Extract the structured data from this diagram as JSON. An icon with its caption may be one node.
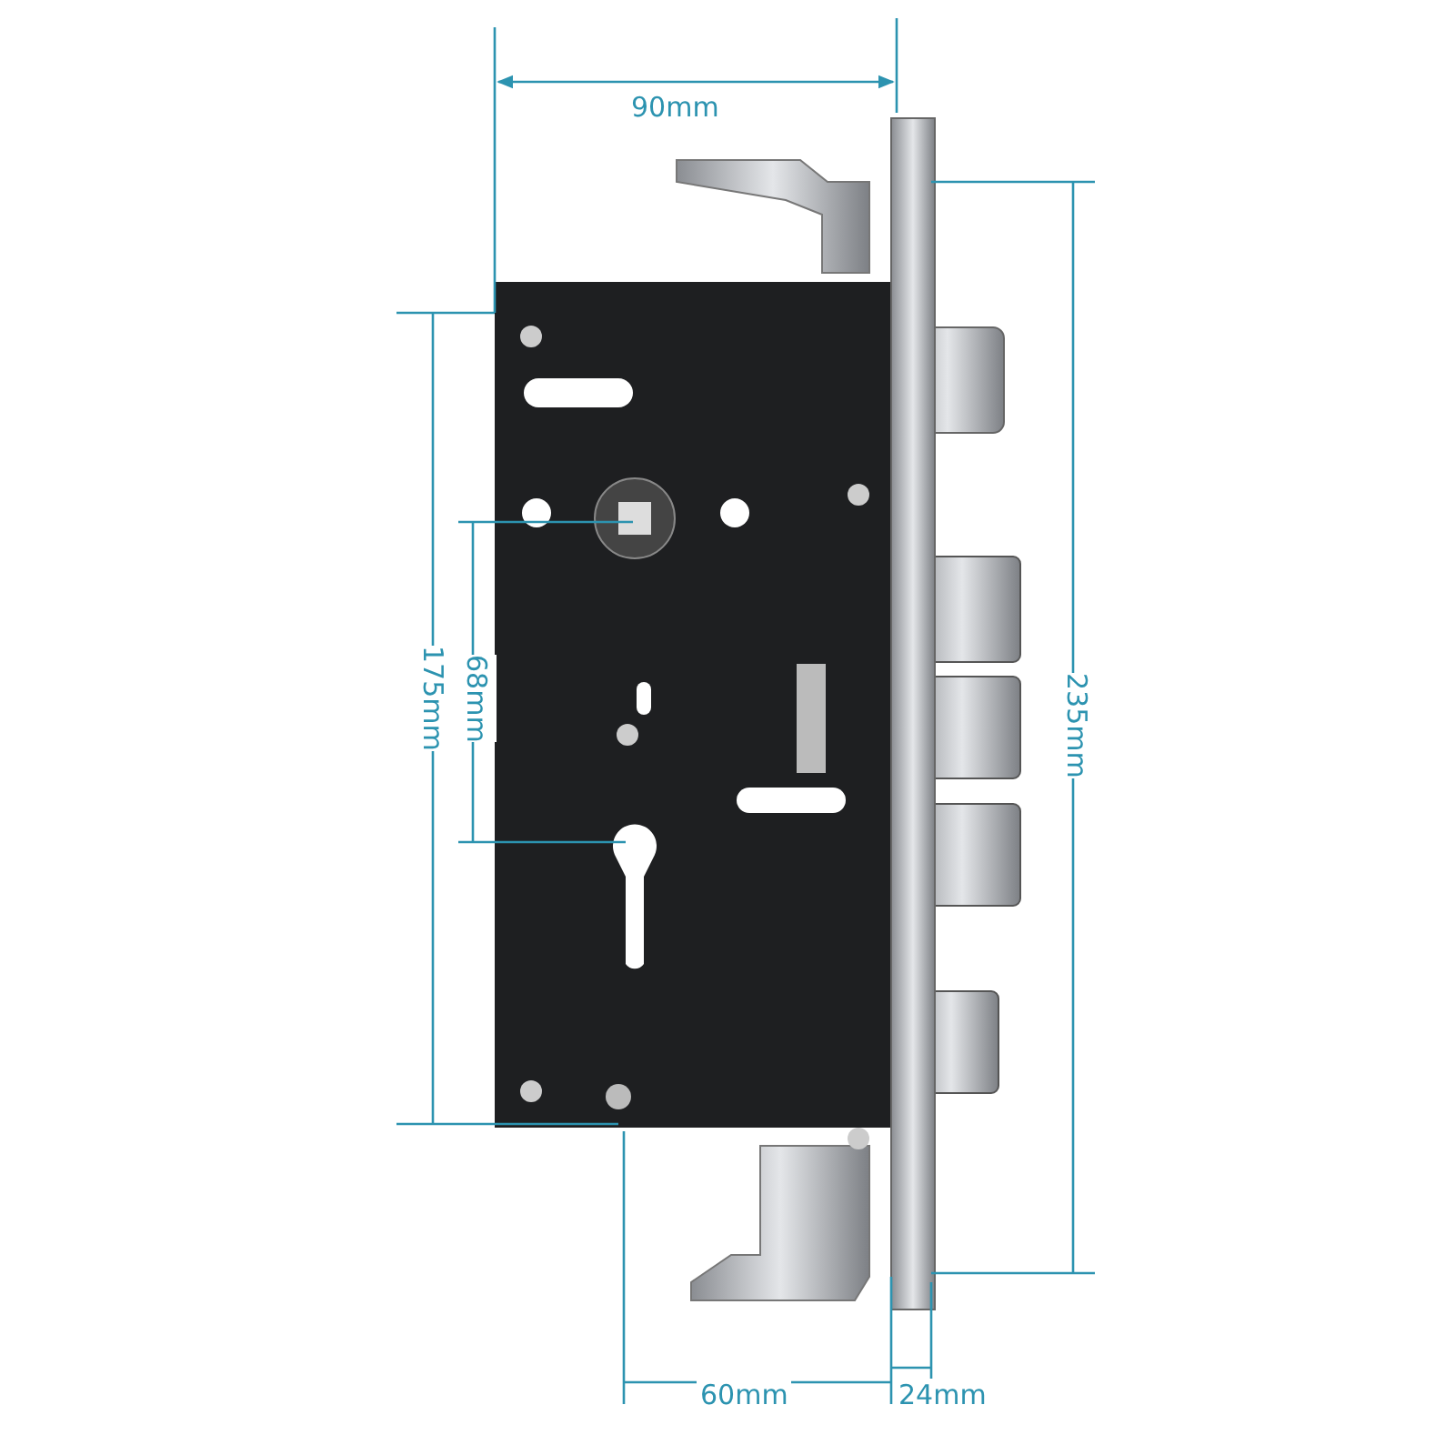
{
  "diagram": {
    "labels": [
      "90mm",
      "235mm",
      "175mm",
      "68mm",
      "60mm",
      "24mm"
    ]
  }
}
